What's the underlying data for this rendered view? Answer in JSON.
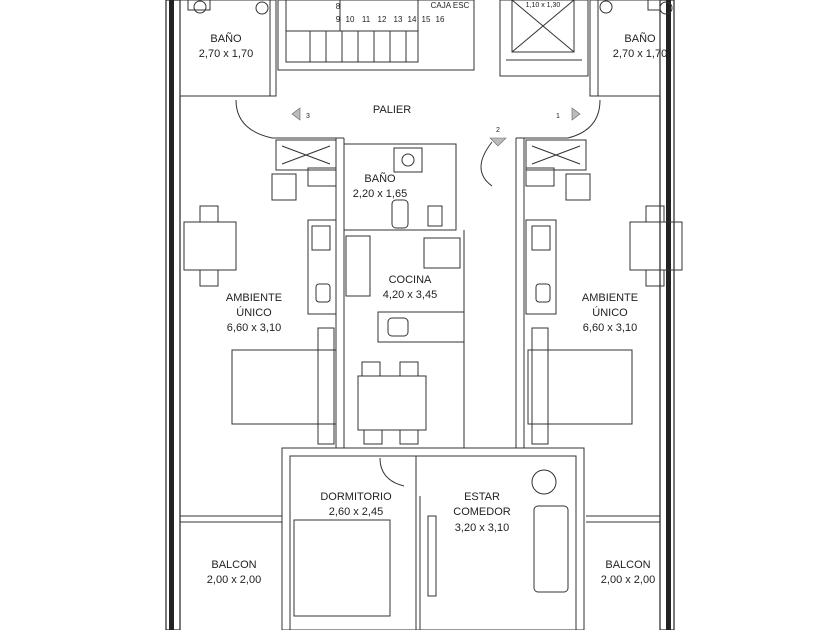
{
  "rooms": {
    "bano_tl": {
      "name": "BAÑO",
      "size": "2,70 x 1,70"
    },
    "bano_tr": {
      "name": "BAÑO",
      "size": "2,70 x 1,70"
    },
    "bano_c": {
      "name": "BAÑO",
      "size": "2,20 x 1,65"
    },
    "palier": {
      "name": "PALIER"
    },
    "caja_esc": {
      "name": "CAJA ESC"
    },
    "ascensor": {
      "size": "1,10 x 1,30"
    },
    "cocina": {
      "name": "COCINA",
      "size": "4,20 x 3,45"
    },
    "ambiente_l": {
      "name": "AMBIENTE",
      "name2": "ÚNICO",
      "size": "6,60 x 3,10"
    },
    "ambiente_r": {
      "name": "AMBIENTE",
      "name2": "ÚNICO",
      "size": "6,60 x 3,10"
    },
    "dormitorio": {
      "name": "DORMITORIO",
      "size": "2,60 x 2,45"
    },
    "estar": {
      "name": "ESTAR",
      "name2": "COMEDOR",
      "size": "3,20 x 3,10"
    },
    "balcon_l": {
      "name": "BALCON",
      "size": "2,00 x 2,00"
    },
    "balcon_r": {
      "name": "BALCON",
      "size": "2,00 x 2,00"
    }
  },
  "stairs": {
    "top_row": [
      "8"
    ],
    "bottom_row": [
      "9",
      "10",
      "11",
      "12",
      "13",
      "14",
      "15",
      "16"
    ]
  },
  "unit_numbers": {
    "left": "3",
    "center": "2",
    "right": "1"
  }
}
